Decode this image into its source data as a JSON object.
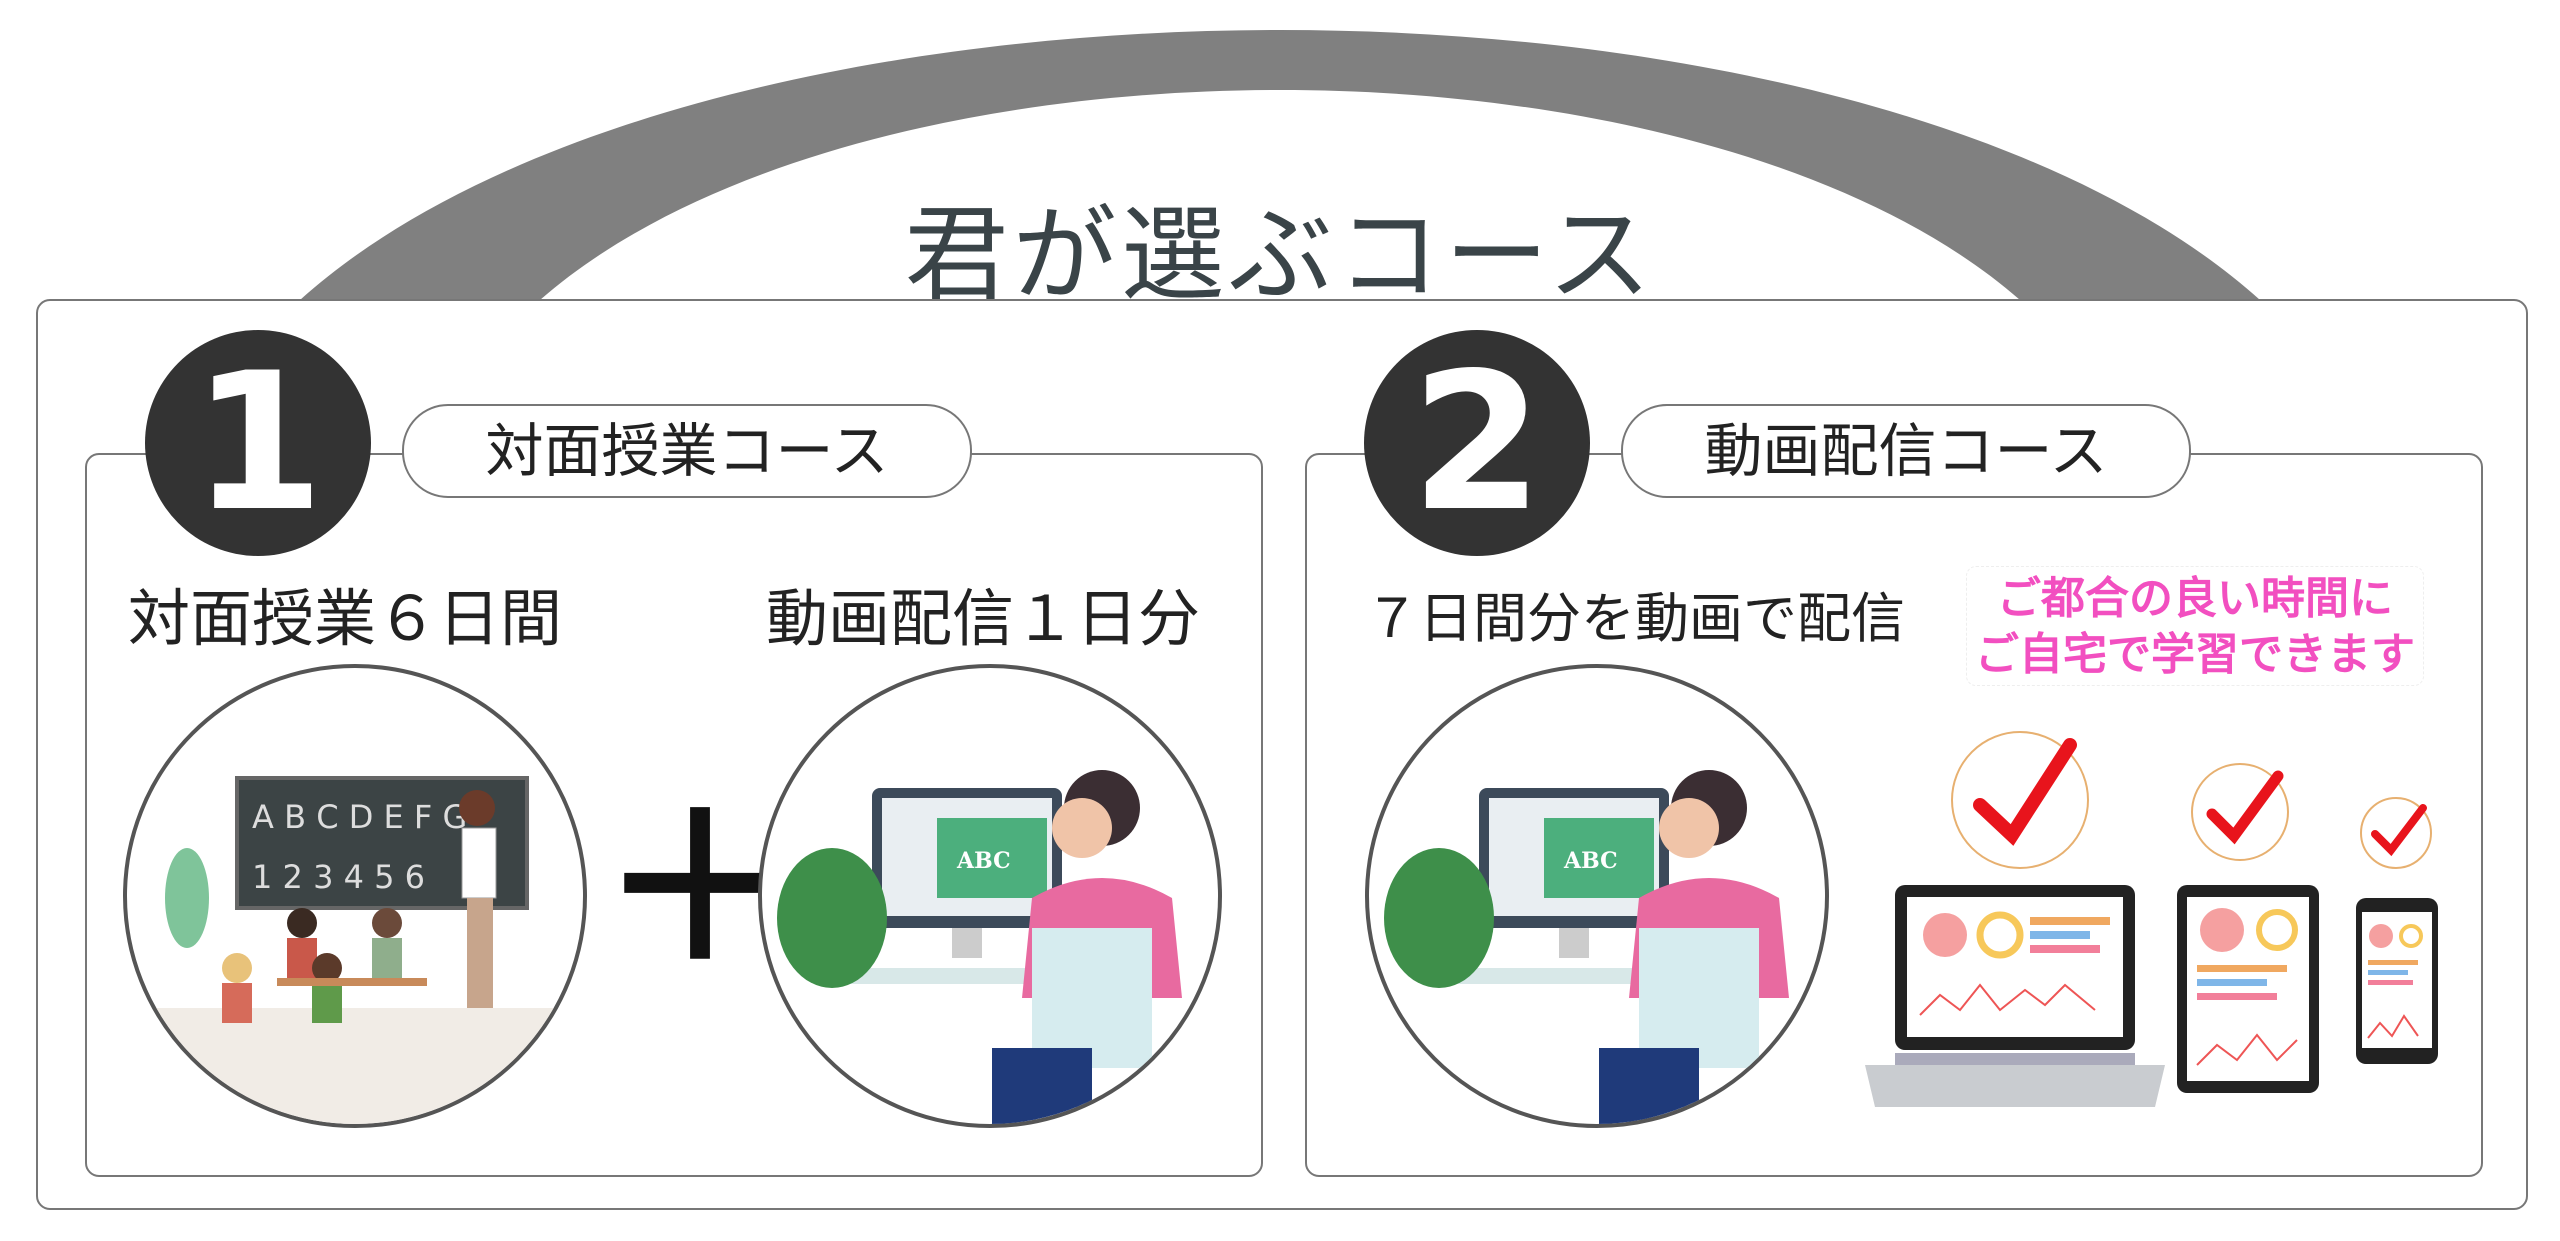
{
  "title": "君が選ぶコース",
  "courses": [
    {
      "number": "1",
      "name": "対面授業コース",
      "items": [
        "対面授業６日間",
        "動画配信１日分"
      ],
      "plus": "＋"
    },
    {
      "number": "2",
      "name": "動画配信コース",
      "items": [
        "７日間分を動画で配信"
      ],
      "note_lines": [
        "ご都合の良い時間に",
        "ご自宅で学習できます"
      ]
    }
  ],
  "colors": {
    "arc": "#808080",
    "title": "#3a4448",
    "note": "#f24fc0",
    "check": "#e8141c"
  }
}
